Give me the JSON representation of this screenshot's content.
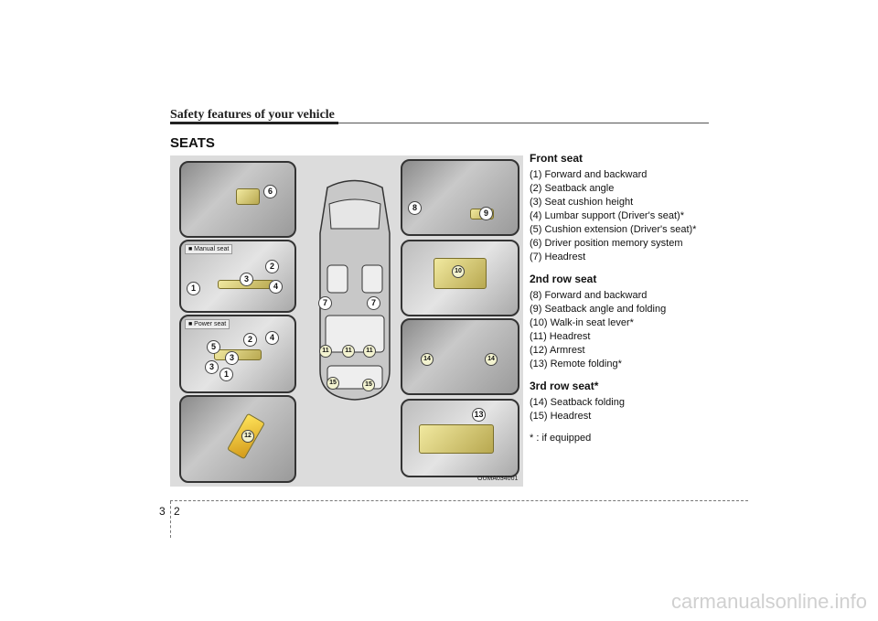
{
  "header": {
    "title": "Safety features of your vehicle"
  },
  "section": {
    "title": "SEATS"
  },
  "figure": {
    "code": "OUMA034001",
    "manual_seat_label": "■ Manual seat",
    "power_seat_label": "■ Power seat",
    "callouts": [
      "1",
      "2",
      "3",
      "4",
      "5",
      "6",
      "7",
      "8",
      "9",
      "10",
      "11",
      "12",
      "13",
      "14",
      "15"
    ]
  },
  "front_seat": {
    "heading": "Front seat",
    "items": [
      "(1) Forward and backward",
      "(2) Seatback angle",
      "(3) Seat cushion height",
      "(4) Lumbar support (Driver's seat)*",
      "(5) Cushion extension (Driver's seat)*",
      "(6) Driver position memory system",
      "(7) Headrest"
    ]
  },
  "second_row": {
    "heading": "2nd row seat",
    "items": [
      "(8) Forward and backward",
      "(9) Seatback angle and folding",
      "(10) Walk-in seat lever*",
      "(11) Headrest",
      "(12) Armrest",
      "(13) Remote folding*"
    ]
  },
  "third_row": {
    "heading": "3rd row seat*",
    "items": [
      "(14) Seatback folding",
      "(15) Headrest"
    ]
  },
  "footnote": "* : if equipped",
  "page": {
    "chapter": "3",
    "number": "2"
  },
  "watermark": "carmanualsonline.info"
}
